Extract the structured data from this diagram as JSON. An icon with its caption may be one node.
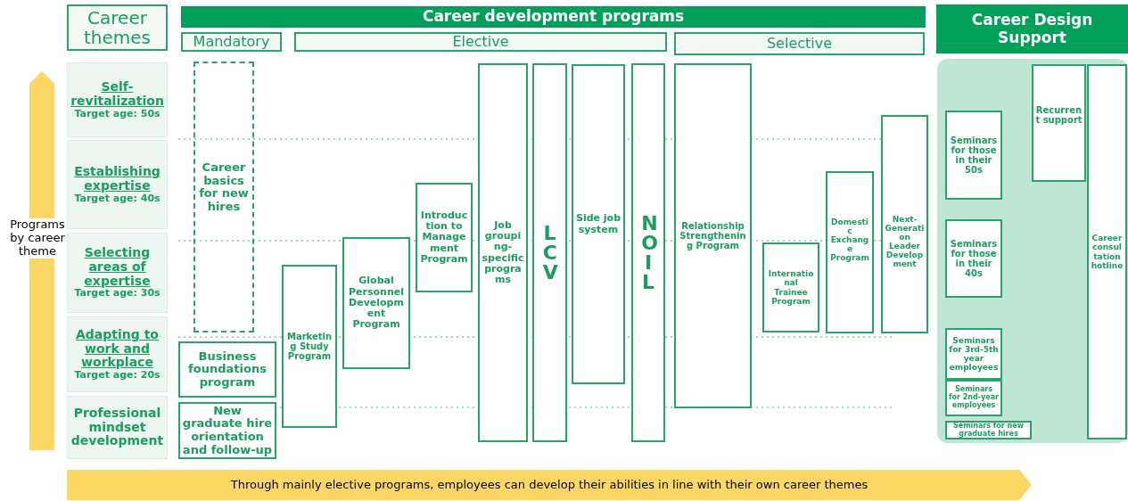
{
  "diagram": {
    "nodes": [
      {
        "text": [
          "Career themes"
        ]
      },
      {
        "text": [
          "Career development programs"
        ]
      },
      {
        "text": [
          "Mandatory"
        ]
      },
      {
        "text": [
          "Elective"
        ]
      },
      {
        "text": [
          "Selective"
        ]
      },
      {
        "text": [
          "Career Design Support"
        ]
      },
      {
        "text": [
          "Self-revitalization",
          "Target age: 50s"
        ]
      },
      {
        "text": [
          "Establishing expertise",
          "Target age: 40s"
        ]
      },
      {
        "text": [
          "Selecting areas of expertise",
          "Target age: 30s"
        ]
      },
      {
        "text": [
          "Adapting to work and workplace",
          "Target age: 20s"
        ]
      },
      {
        "text": [
          "Professional mindset development"
        ]
      },
      {
        "text": [
          "Career basics for new hires"
        ]
      },
      {
        "text": [
          "Business foundations program"
        ]
      },
      {
        "text": [
          "New graduate hire orientation and follow-up"
        ]
      },
      {
        "text": [
          "Marketing Study Program"
        ]
      },
      {
        "text": [
          "Global Personnel Development Program"
        ]
      },
      {
        "text": [
          "Introduction to Management Program"
        ]
      },
      {
        "text": [
          "Job grouping-specific programs"
        ]
      },
      {
        "text": [
          "LCV"
        ]
      },
      {
        "text": [
          "Side job system"
        ]
      },
      {
        "text": [
          "NOIL"
        ]
      },
      {
        "text": [
          "Relationship Strengthening Program"
        ]
      },
      {
        "text": [
          "International Trainee Program"
        ]
      },
      {
        "text": [
          "Domestic Exchange Program"
        ]
      },
      {
        "text": [
          "Next-Generation Leader Development"
        ]
      },
      {
        "text": [],
        "shape": "box"
      },
      {
        "text": [
          "Seminars for those in their 50s"
        ],
        "in": 25
      },
      {
        "text": [
          "Recurrent support"
        ],
        "in": 25
      },
      {
        "text": [
          "Seminars for those in their 40s"
        ],
        "in": 25
      },
      {
        "text": [
          "Seminars for 3rd-5th year employees"
        ],
        "in": 25
      },
      {
        "text": [
          "Seminars for 2nd-year employees"
        ],
        "in": 25
      },
      {
        "text": [
          "Seminars for new graduate hires"
        ],
        "in": 25
      },
      {
        "text": [
          "Career consultation hotline"
        ],
        "in": 25
      },
      {
        "text": [
          "Through mainly elective programs, employees can develop their abilities in line with their own career themes"
        ]
      }
    ],
    "labels": [
      "Programs by career theme"
    ]
  }
}
